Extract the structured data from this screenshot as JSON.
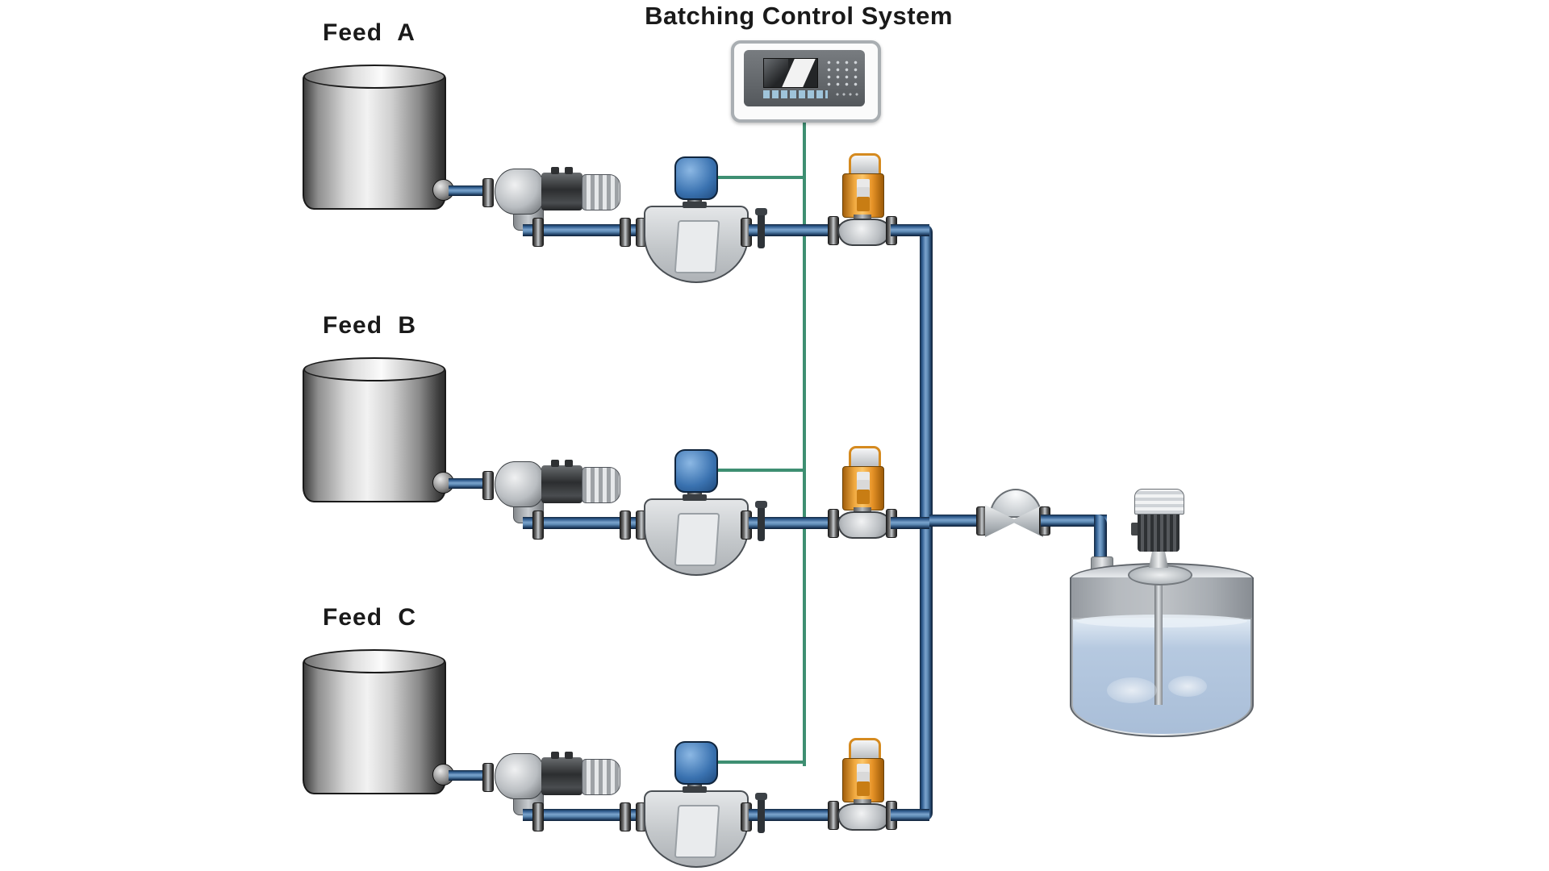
{
  "title": "Batching Control System",
  "feeds": [
    {
      "label": "Feed A",
      "equipment": [
        "supply-tank",
        "feed-pump",
        "coriolis-flow-meter",
        "flow-transmitter",
        "batch-control-valve"
      ]
    },
    {
      "label": "Feed B",
      "equipment": [
        "supply-tank",
        "feed-pump",
        "coriolis-flow-meter",
        "flow-transmitter",
        "batch-control-valve"
      ]
    },
    {
      "label": "Feed C",
      "equipment": [
        "supply-tank",
        "feed-pump",
        "coriolis-flow-meter",
        "flow-transmitter",
        "batch-control-valve"
      ]
    }
  ],
  "controller": {
    "type": "batch-controller-display"
  },
  "downstream": {
    "equipment": [
      "manual-shutoff-valve",
      "mixing-tank",
      "agitator-motor"
    ]
  },
  "signals": {
    "flow-transmitter-to-controller": "green-signal-wire",
    "product-header": "blue-process-pipe"
  },
  "colors": {
    "background": "#ffffff",
    "pipe_blue": "#5d8ab5",
    "pipe_outline": "#14283f",
    "signal_green": "#3e8f72",
    "valve_actuator_orange": "#e8962c",
    "transmitter_blue": "#3a72b0",
    "tank_metal_light": "#f2f2f2",
    "tank_metal_dark": "#3f3f3f",
    "liquid": "#b6c9e0",
    "text": "#1a1a1a"
  }
}
